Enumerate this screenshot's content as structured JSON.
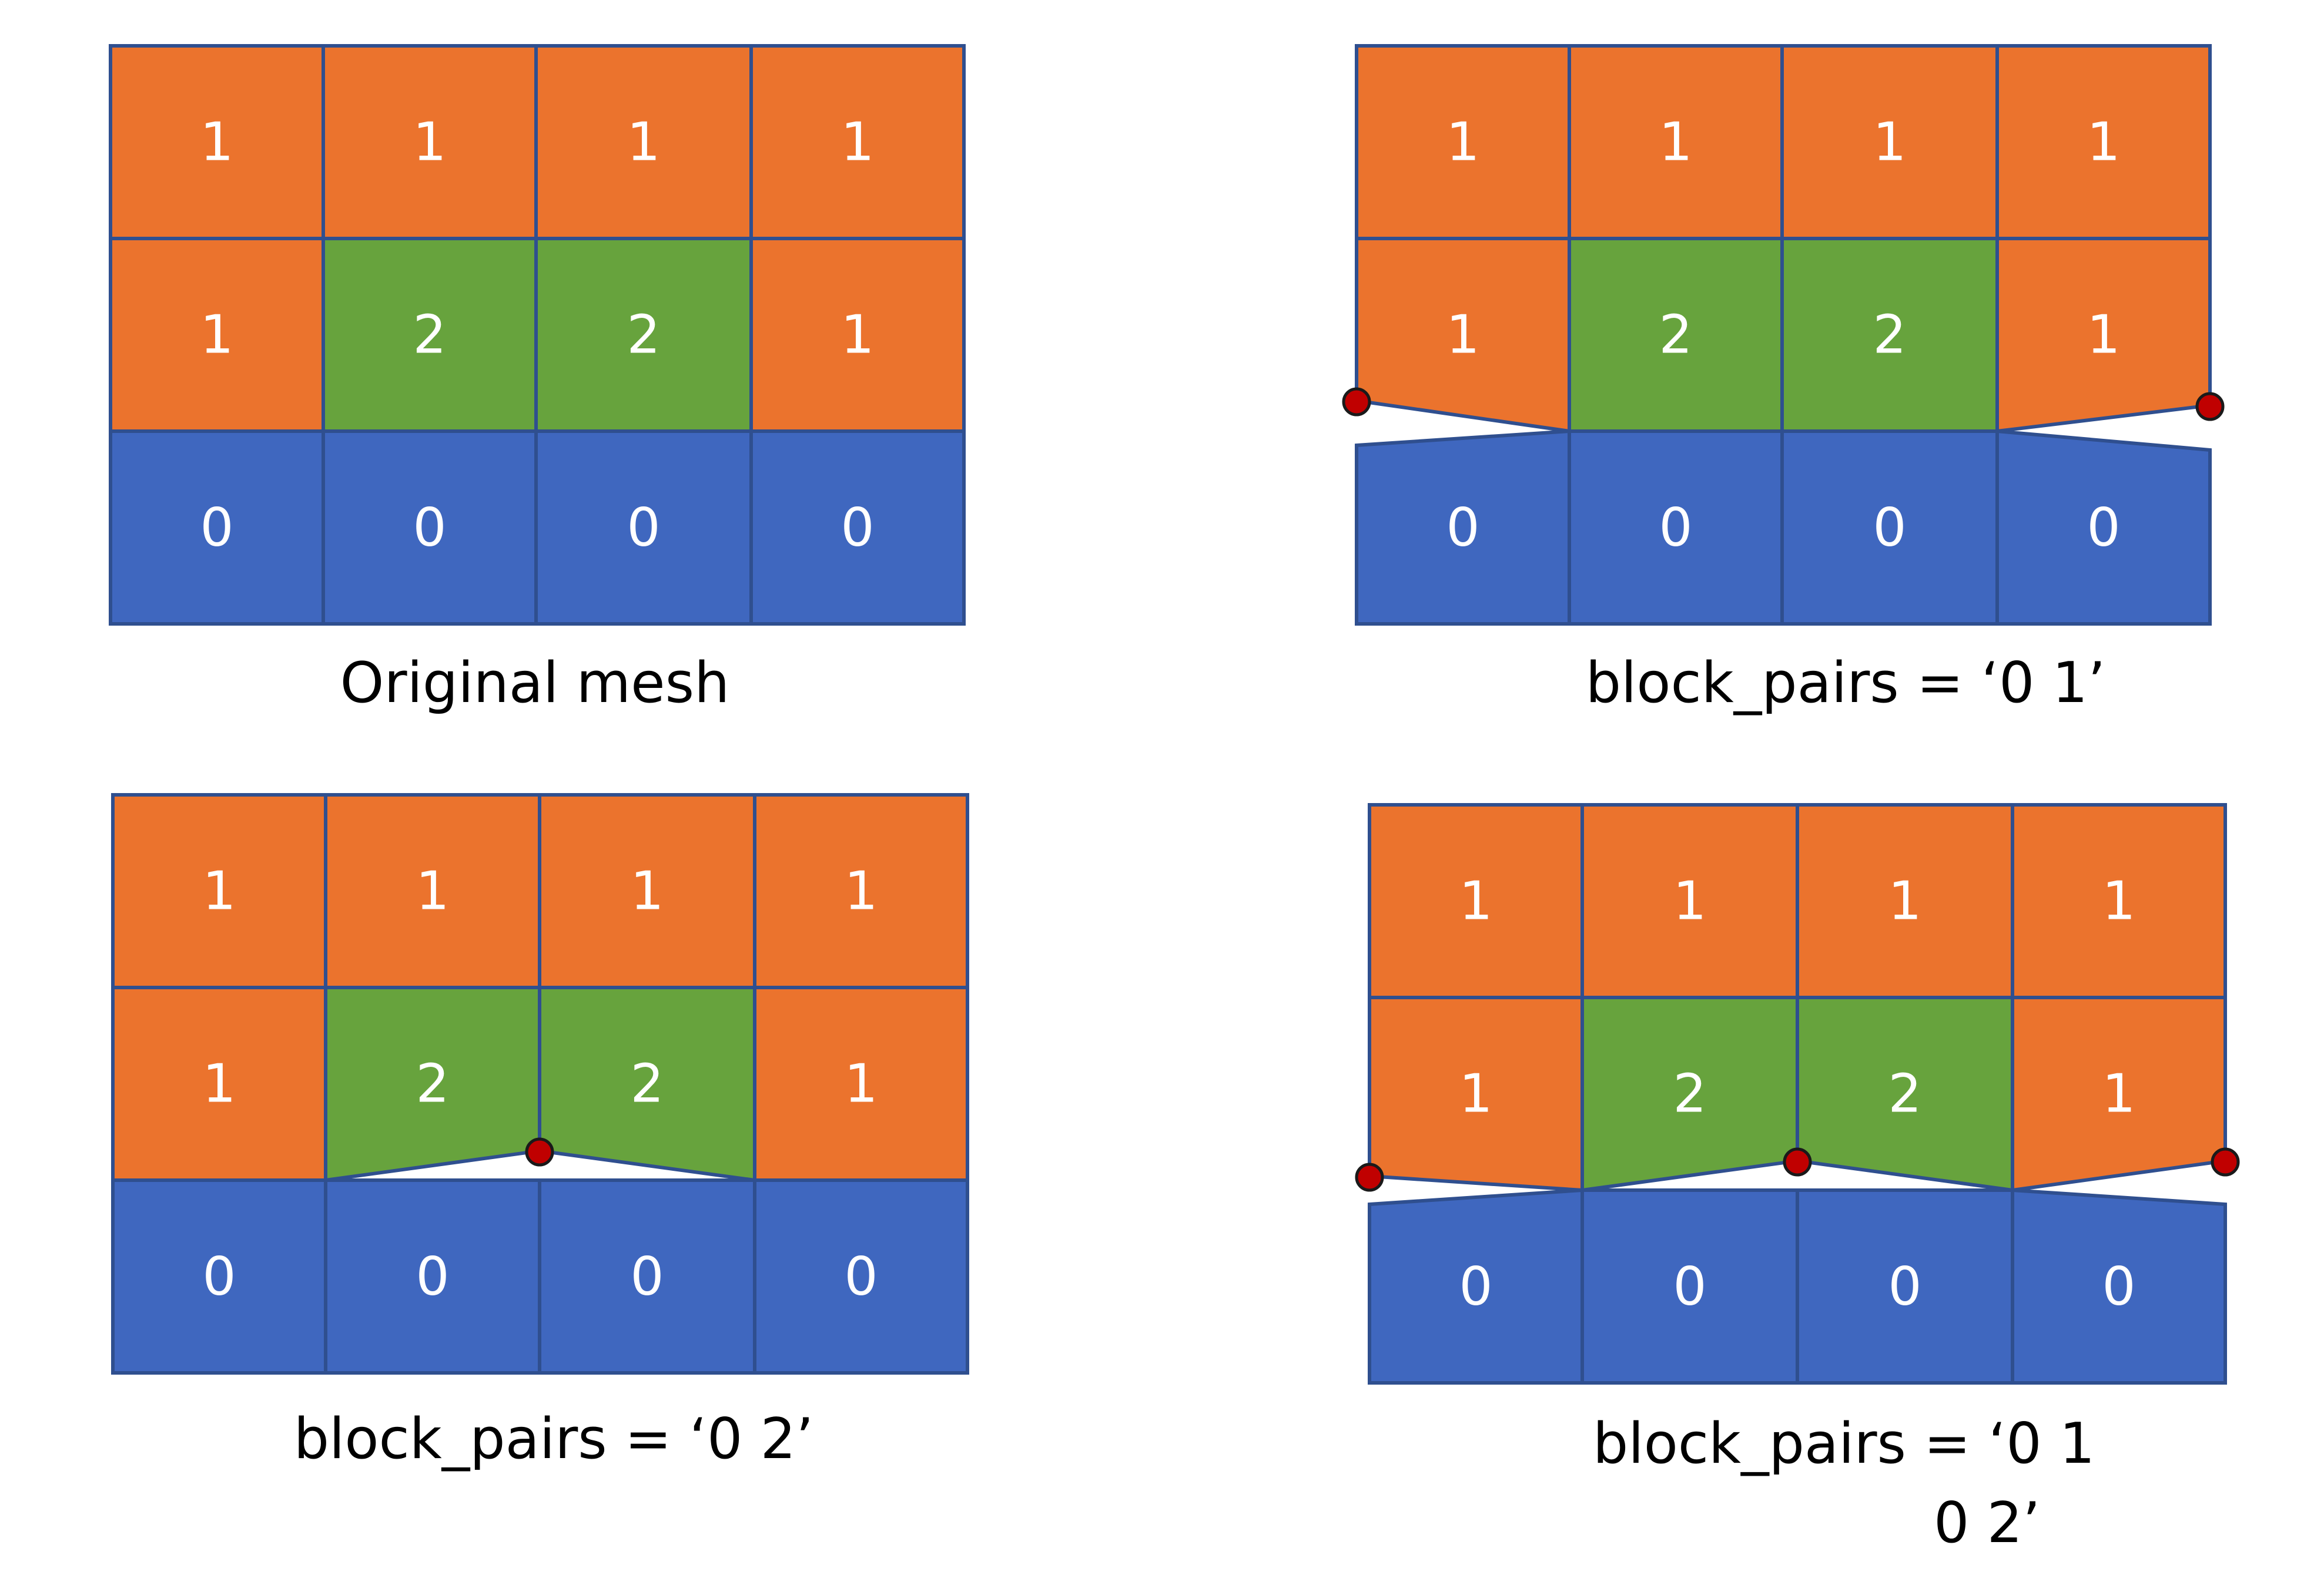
{
  "colors": {
    "0": "#3f67bf",
    "1": "#eb732d",
    "2": "#67a33d",
    "border": "#2f4f8f",
    "split_point": "#c00000"
  },
  "panels": [
    {
      "id": "original",
      "caption": [
        "Original mesh"
      ],
      "blocks": [
        [
          1,
          1,
          1,
          1
        ],
        [
          1,
          2,
          2,
          1
        ],
        [
          0,
          0,
          0,
          0
        ]
      ]
    },
    {
      "id": "pairs-01",
      "caption": [
        "block_pairs = ‘0 1’"
      ],
      "blocks": [
        [
          1,
          1,
          1,
          1
        ],
        [
          1,
          2,
          2,
          1
        ],
        [
          0,
          0,
          0,
          0
        ]
      ]
    },
    {
      "id": "pairs-02",
      "caption": [
        "block_pairs = ‘0 2’"
      ],
      "blocks": [
        [
          1,
          1,
          1,
          1
        ],
        [
          1,
          2,
          2,
          1
        ],
        [
          0,
          0,
          0,
          0
        ]
      ]
    },
    {
      "id": "pairs-01-02",
      "caption": [
        "block_pairs = ‘0 1",
        "0 2’"
      ],
      "blocks": [
        [
          1,
          1,
          1,
          1
        ],
        [
          1,
          2,
          2,
          1
        ],
        [
          0,
          0,
          0,
          0
        ]
      ]
    }
  ]
}
